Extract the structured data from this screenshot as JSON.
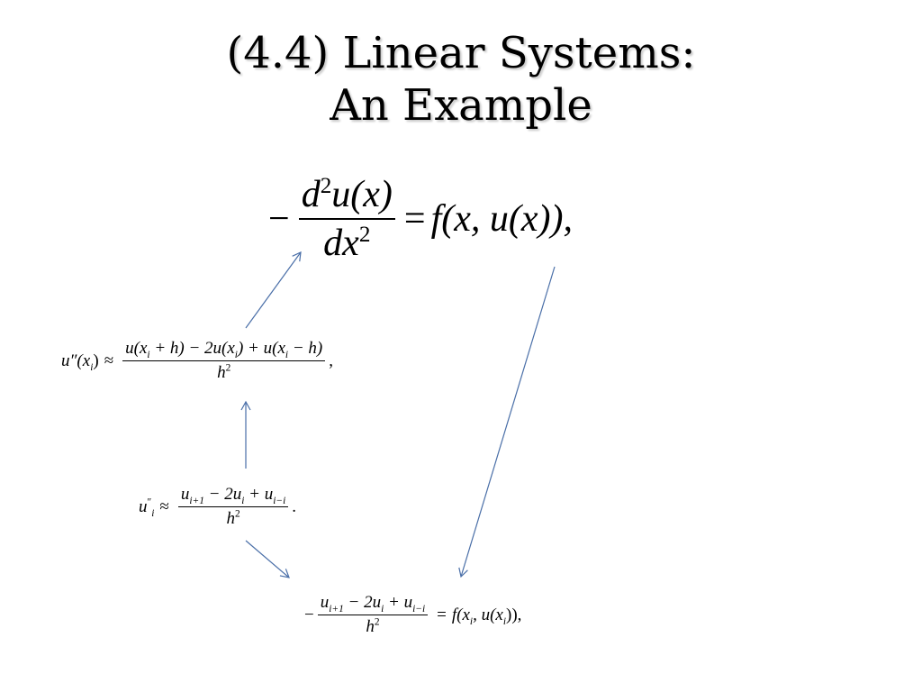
{
  "slide": {
    "title_line1": "(4.4) Linear Systems:",
    "title_line2": "An Example"
  },
  "equations": {
    "main": {
      "minus": "−",
      "num_d": "d",
      "num_exp": "2",
      "num_rest": "u(x)",
      "den_dx": "dx",
      "den_exp": "2",
      "equals": "=",
      "rhs": "f(x, u(x)),"
    },
    "fd1": {
      "lhs_u": "u″",
      "lhs_arg": "(x",
      "lhs_sub": "i",
      "lhs_close": ")",
      "approx": "≈",
      "n1": "u(x",
      "n1_sub": "i",
      "n1_rest": " + h) − 2u(x",
      "n2_sub": "i",
      "n2_rest": ") + u(x",
      "n3_sub": "i",
      "n3_rest": " − h)",
      "den": "h",
      "den_exp": "2",
      "trail": ","
    },
    "fd2": {
      "lhs_u": "u",
      "lhs_sup": "″",
      "lhs_sub": "i",
      "approx": "≈",
      "n_u1": "u",
      "n_u1_sub": "i+1",
      "n_mid": " − 2u",
      "n_mid_sub": "i",
      "n_plus": " + u",
      "n_u3_sub": "i−i",
      "den": "h",
      "den_exp": "2",
      "trail": "."
    },
    "final": {
      "minus": "−",
      "n_u1": "u",
      "n_u1_sub": "i+1",
      "n_mid": " − 2u",
      "n_mid_sub": "i",
      "n_plus": " + u",
      "n_u3_sub": "i−i",
      "den": "h",
      "den_exp": "2",
      "equals": "=",
      "rhs_f": "f(x",
      "rhs_sub1": "i",
      "rhs_mid": ", u(x",
      "rhs_sub2": "i",
      "rhs_end": ")),"
    }
  },
  "colors": {
    "arrow": "#4a6fa8",
    "text": "#000000",
    "background": "#ffffff"
  }
}
